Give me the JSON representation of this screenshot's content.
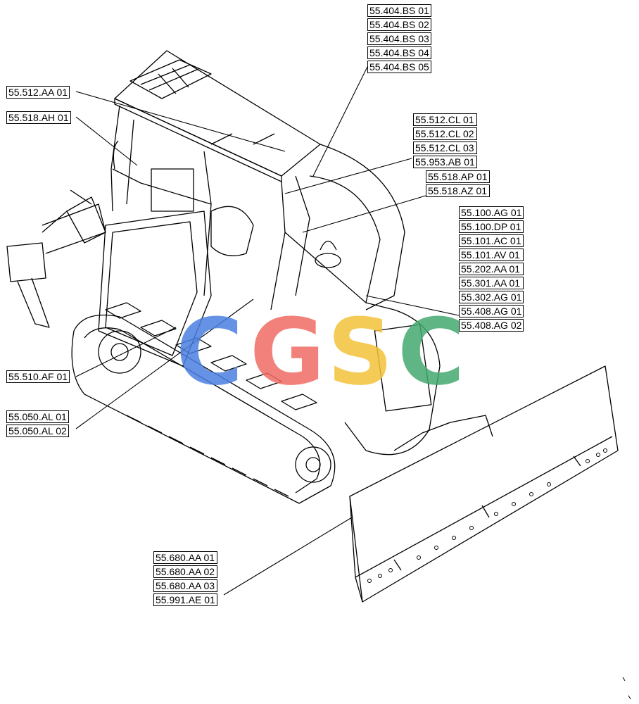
{
  "callouts": {
    "group_404": [
      "55.404.BS 01",
      "55.404.BS 02",
      "55.404.BS 03",
      "55.404.BS 04",
      "55.404.BS 05"
    ],
    "group_512aa": [
      "55.512.AA 01"
    ],
    "group_518ah": [
      "55.518.AH 01"
    ],
    "group_512cl": [
      "55.512.CL 01",
      "55.512.CL 02",
      "55.512.CL 03",
      "55.953.AB 01"
    ],
    "group_518ap": [
      "55.518.AP 01",
      "55.518.AZ 01"
    ],
    "group_100": [
      "55.100.AG 01",
      "55.100.DP 01",
      "55.101.AC 01",
      "55.101.AV 01",
      "55.202.AA 01",
      "55.301.AA 01",
      "55.302.AG 01",
      "55.408.AG 01",
      "55.408.AG 02"
    ],
    "group_510": [
      "55.510.AF 01"
    ],
    "group_050": [
      "55.050.AL 01",
      "55.050.AL 02"
    ],
    "group_680": [
      "55.680.AA 01",
      "55.680.AA 02",
      "55.680.AA 03",
      "55.991.AE 01"
    ]
  },
  "watermark": {
    "letters": [
      "C",
      "G",
      "S",
      "C"
    ],
    "colors": [
      "#4a7fe0",
      "#ee6b63",
      "#f2c23a",
      "#43a96e"
    ]
  }
}
